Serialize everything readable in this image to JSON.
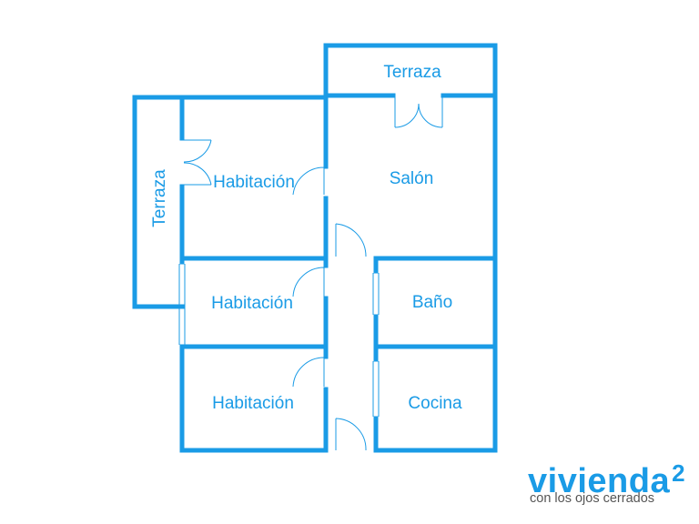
{
  "rooms": {
    "terraza_top": "Terraza",
    "terraza_side": "Terraza",
    "salon": "Salón",
    "habitacion_1": "Habitación",
    "habitacion_2": "Habitación",
    "habitacion_3": "Habitación",
    "bano": "Baño",
    "cocina": "Cocina"
  },
  "brand": {
    "name": "vivienda",
    "superscript": "2",
    "tagline": "con los ojos cerrados"
  },
  "colors": {
    "plan": "#1a9be6",
    "tagline": "#555555"
  }
}
